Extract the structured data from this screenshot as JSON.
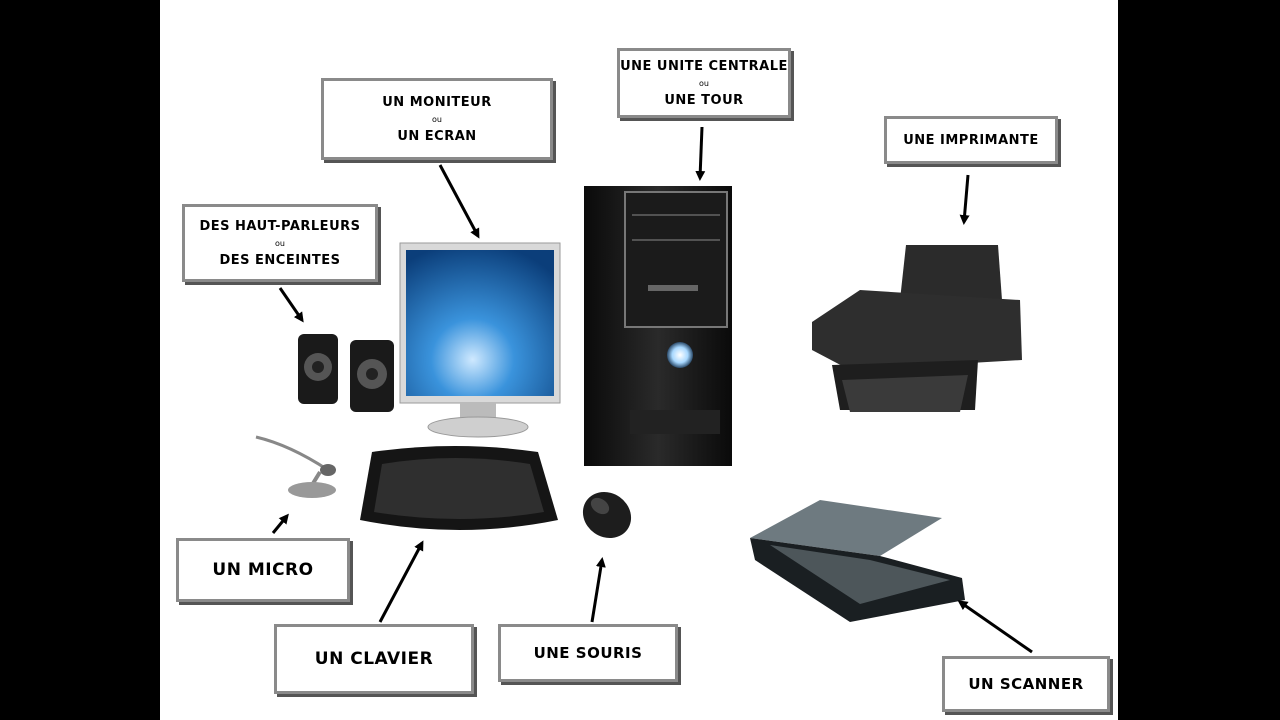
{
  "labels": {
    "monitor": {
      "line1": "UN MONITEUR",
      "or": "ou",
      "line2": "UN ECRAN"
    },
    "tower": {
      "line1": "UNE UNITE CENTRALE",
      "or": "ou",
      "line2": "UNE TOUR"
    },
    "printer": {
      "line1": "UNE IMPRIMANTE"
    },
    "speakers": {
      "line1": "DES HAUT-PARLEURS",
      "or": "ou",
      "line2": "DES ENCEINTES"
    },
    "micro": {
      "line1": "UN MICRO"
    },
    "keyboard": {
      "line1": "UN CLAVIER"
    },
    "mouse": {
      "line1": "UNE SOURIS"
    },
    "scanner": {
      "line1": "UN SCANNER"
    }
  },
  "colors": {
    "border": "#8a8a8a",
    "background": "#ffffff",
    "letterbox": "#000000",
    "screen": "#1c6fb8"
  }
}
